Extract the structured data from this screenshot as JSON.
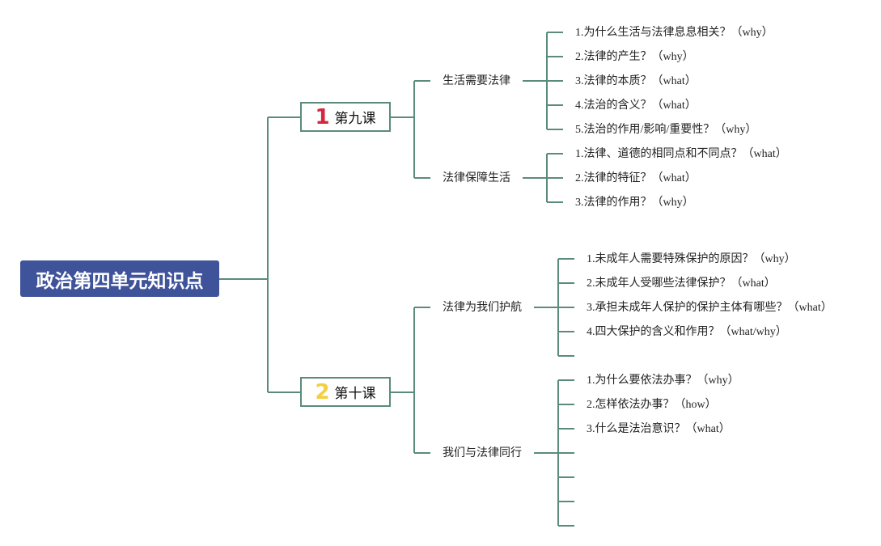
{
  "root": {
    "title": "政治第四单元知识点"
  },
  "lessons": [
    {
      "num": "1",
      "num_color": "#d3273e",
      "label": "第九课",
      "topics": [
        {
          "label": "生活需要法律",
          "questions": [
            "1.为什么生活与法律息息相关？（why）",
            "2.法律的产生？（why）",
            "3.法律的本质？（what）",
            "4.法治的含义？（what）",
            "5.法治的作用/影响/重要性？（why）"
          ]
        },
        {
          "label": "法律保障生活",
          "questions": [
            "1.法律、道德的相同点和不同点？（what）",
            "2.法律的特征？（what）",
            "3.法律的作用？（why）"
          ]
        }
      ]
    },
    {
      "num": "2",
      "num_color": "#f4cf3f",
      "label": "第十课",
      "topics": [
        {
          "label": "法律为我们护航",
          "questions": [
            "1.未成年人需要特殊保护的原因？（why）",
            "2.未成年人受哪些法律保护？（what）",
            "3.承担未成年人保护的保护主体有哪些？（what）",
            "4.四大保护的含义和作用？（what/why）",
            ""
          ]
        },
        {
          "label": "我们与法律同行",
          "questions": [
            "1.为什么要依法办事？（why）",
            "2.怎样依法办事？（how）",
            "3.什么是法治意识？（what）",
            "",
            "",
            "",
            ""
          ]
        }
      ]
    }
  ],
  "colors": {
    "line": "#5a8c79",
    "root_bg": "#3f539b"
  }
}
